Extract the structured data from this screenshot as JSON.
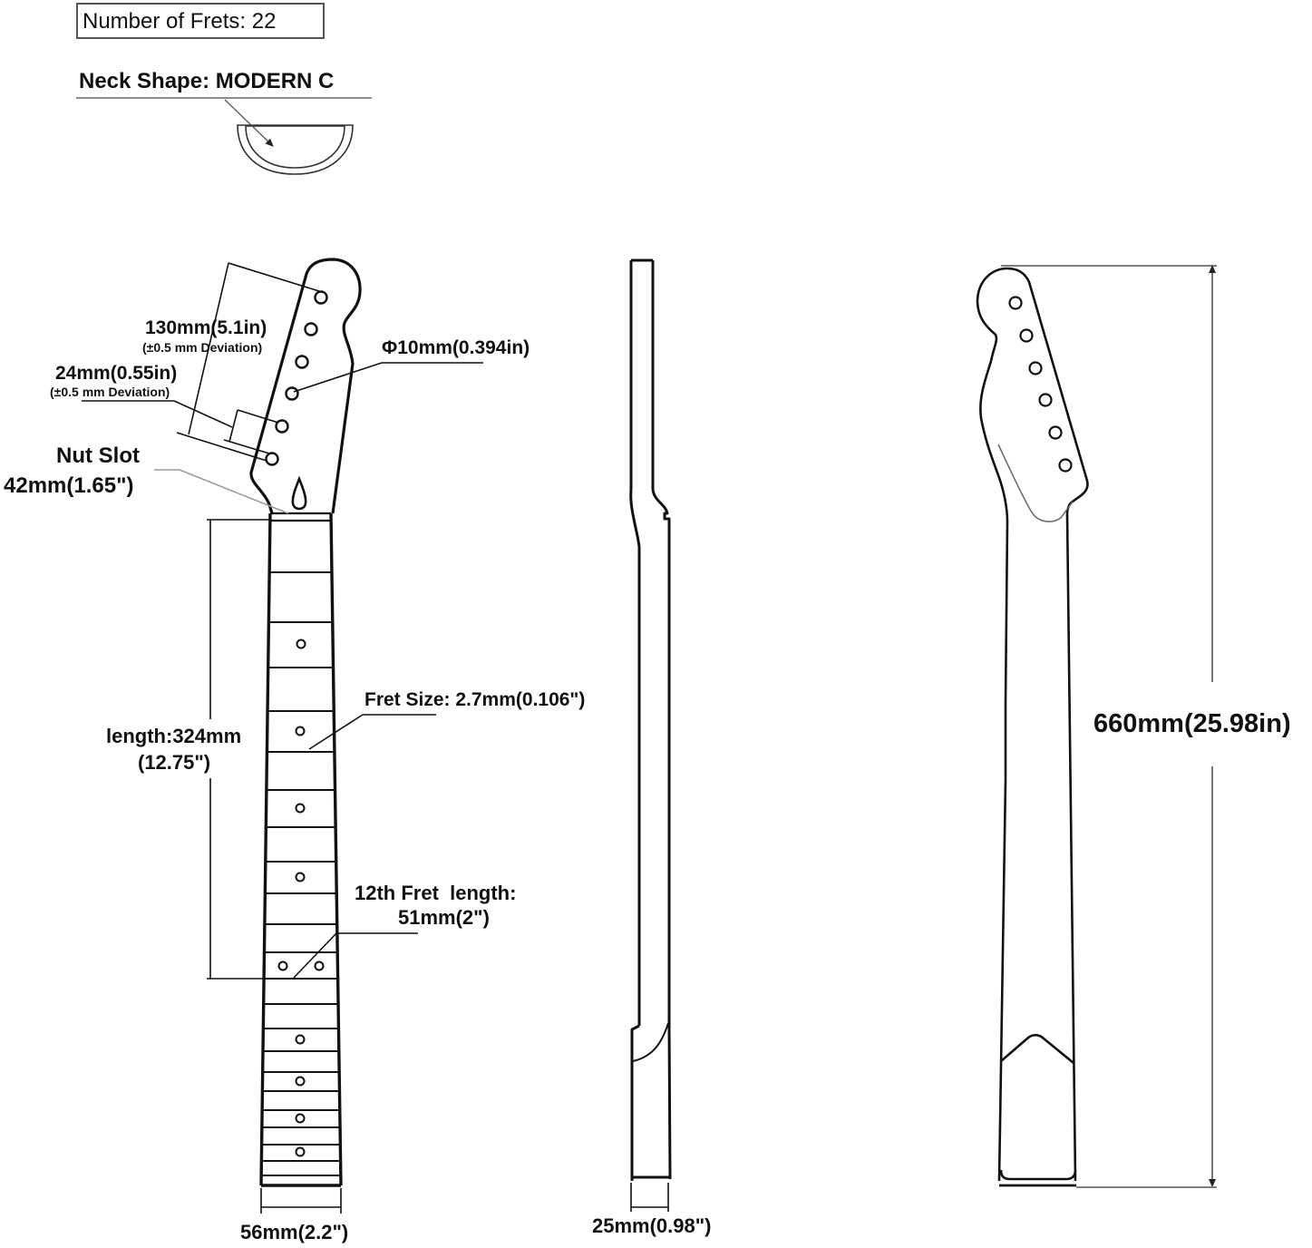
{
  "header": {
    "number_of_frets": "Number of Frets: 22",
    "neck_shape": "Neck Shape: MODERN C"
  },
  "front_view": {
    "headstock_length": "130mm(5.1in)",
    "headstock_length_deviation": "(±0.5 mm Deviation)",
    "tuner_spacing": "24mm(0.55in)",
    "tuner_spacing_deviation": "(±0.5 mm Deviation)",
    "tuner_hole_diameter": "Φ10mm(0.394in)",
    "nut_slot_title": "Nut Slot",
    "nut_slot_width": "42mm(1.65\")",
    "scale_half_length_line1": "length:324mm",
    "scale_half_length_line2": "(12.75\")",
    "fret_size": "Fret Size: 2.7mm(0.106\")",
    "twelfth_fret_line1": "12th Fret  length:",
    "twelfth_fret_line2": "51mm(2\")",
    "heel_width": "56mm(2.2\")",
    "tuner_holes": 6,
    "inlay_frets": [
      3,
      5,
      7,
      9,
      12,
      15,
      17,
      19,
      21
    ]
  },
  "side_view": {
    "thickness": "25mm(0.98\")"
  },
  "back_view": {
    "total_length": "660mm(25.98in)"
  },
  "colors": {
    "line": "#111111",
    "dimension_line": "#555555",
    "leader_gray": "#9a9a9a",
    "background": "#ffffff"
  }
}
